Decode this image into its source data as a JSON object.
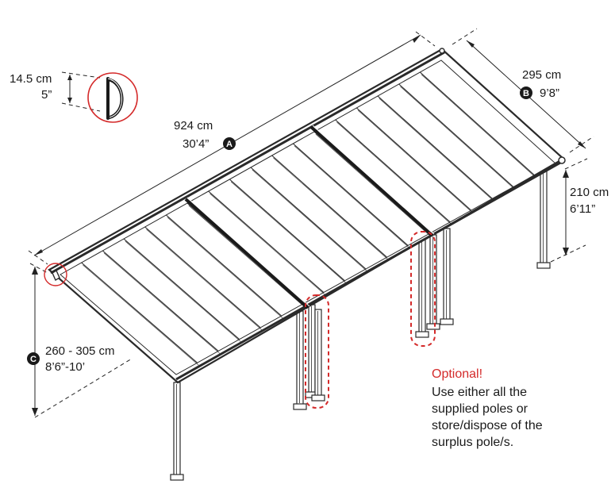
{
  "dimensions": {
    "length": {
      "badge": "A",
      "metric": "924 cm",
      "imperial": "30’4”"
    },
    "depth": {
      "badge": "B",
      "metric": "295 cm",
      "imperial": "9’8”"
    },
    "back_height": {
      "metric": "210 cm",
      "imperial": "6’11”"
    },
    "front_height": {
      "badge": "C",
      "metric": "260 - 305 cm",
      "imperial": "8’6”-10’"
    },
    "profile": {
      "metric": "14.5 cm",
      "imperial": "5”"
    }
  },
  "note": {
    "title": "Optional!",
    "lines": [
      "Use either all the",
      "supplied poles or",
      "store/dispose of the",
      "surplus pole/s."
    ]
  },
  "colors": {
    "accent_red": "#d42a2a",
    "line": "#2a2a2a",
    "panel": "#ffffff"
  }
}
